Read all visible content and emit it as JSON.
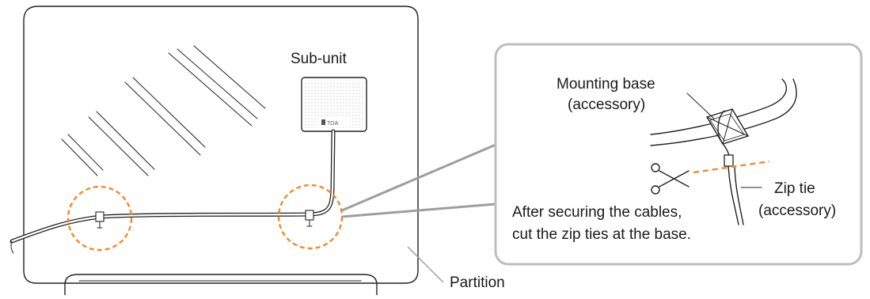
{
  "labels": {
    "sub_unit": "Sub-unit",
    "mounting_base_line1": "Mounting base",
    "mounting_base_line2": "(accessory)",
    "zip_tie_line1": "Zip tie",
    "zip_tie_line2": "(accessory)",
    "instruction_line1": "After securing the cables,",
    "instruction_line2": "cut the zip ties at the base.",
    "partition": "Partition",
    "brand_logo": "TOA"
  },
  "colors": {
    "outline": "#222222",
    "callout_border": "#bdbdbd",
    "leader_line": "#9e9e9e",
    "highlight_circle": "#ef8a2c",
    "cut_line": "#ef8a2c",
    "speaker_dots": "#c8c8c8"
  },
  "icons": {
    "cut": "scissors-icon"
  }
}
